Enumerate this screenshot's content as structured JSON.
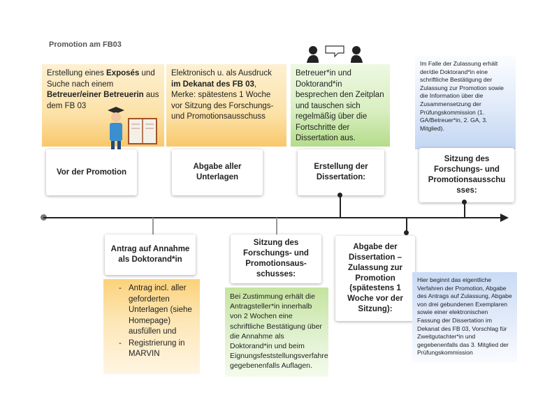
{
  "title": "Promotion am FB03",
  "top_notes": {
    "n1_parts": [
      "Erstellung eines ",
      "Exposés",
      " und Suche nach einem ",
      "Betreuer/einer Betreuerin",
      " aus dem FB 03"
    ],
    "n2_parts": [
      "Elektronisch u. als Ausdruck ",
      "im Dekanat des FB 03",
      ", Merke: spätestens 1 Woche vor Sitzung des Forschungs- und Promotionsausschuss"
    ],
    "n3": "Betreuer*in und Doktorand*in besprechen den Zeitplan und tauschen sich regelmäßig über die Fortschritte der Dissertation aus.",
    "n4": "Im Falle der Zulassung erhält der/die Doktorand*in eine schriftliche Bestätigung der Zulassung zur Promotion sowie die Information über die Zusammensetzung der Prüfungskommission (1. GA/Betreuer*in, 2. GA, 3. Mitglied)."
  },
  "top_cards": {
    "c1": "Vor der Promotion",
    "c2": "Abgabe aller Unterlagen",
    "c3": "Erstellung der Dissertation:",
    "c4": "Sitzung des Forschungs- und Promotionsausschu sses:"
  },
  "bottom_cards": {
    "b1": "Antrag auf Annahme als Doktorand*in",
    "b2": "Sitzung des Forschungs- und Promotionsaus- schusses:",
    "b3": "Abgabe der Dissertation – Zulassung zur Promotion (spätestens 1 Woche vor der Sitzung):"
  },
  "bottom_notes": {
    "n1_items": [
      "Antrag incl. aller geforderten Unterlagen (siehe Homepage) ausfüllen und",
      "Registrierung in MARVIN"
    ],
    "n2": "Bei Zustimmung erhält die Antragsteller*in innerhalb von 2 Wochen eine schriftliche Bestätigung über die Annahme als Doktorand*in und beim Eignungsfeststellungsverfahren gegebenenfalls Auflagen.",
    "n3": "Hier beginnt das eigentliche Verfahren der Promotion, Abgabe des Antrags auf Zulassung, Abgabe von drei gebundenen Exemplaren sowie einer elektronischen Fassung der Dissertation im Dekanat des FB 03, Vorschlag für Zweitgutachter*in und gegebenenfalls das 3. Mitglied der Prüfungskommission"
  },
  "icons": [
    "graduate-illustration",
    "discussion-icon"
  ],
  "colors": {
    "orange": "#fbd27a",
    "green": "#b5dc8b",
    "blue": "#c3d6f3",
    "timeline": "#222222"
  }
}
